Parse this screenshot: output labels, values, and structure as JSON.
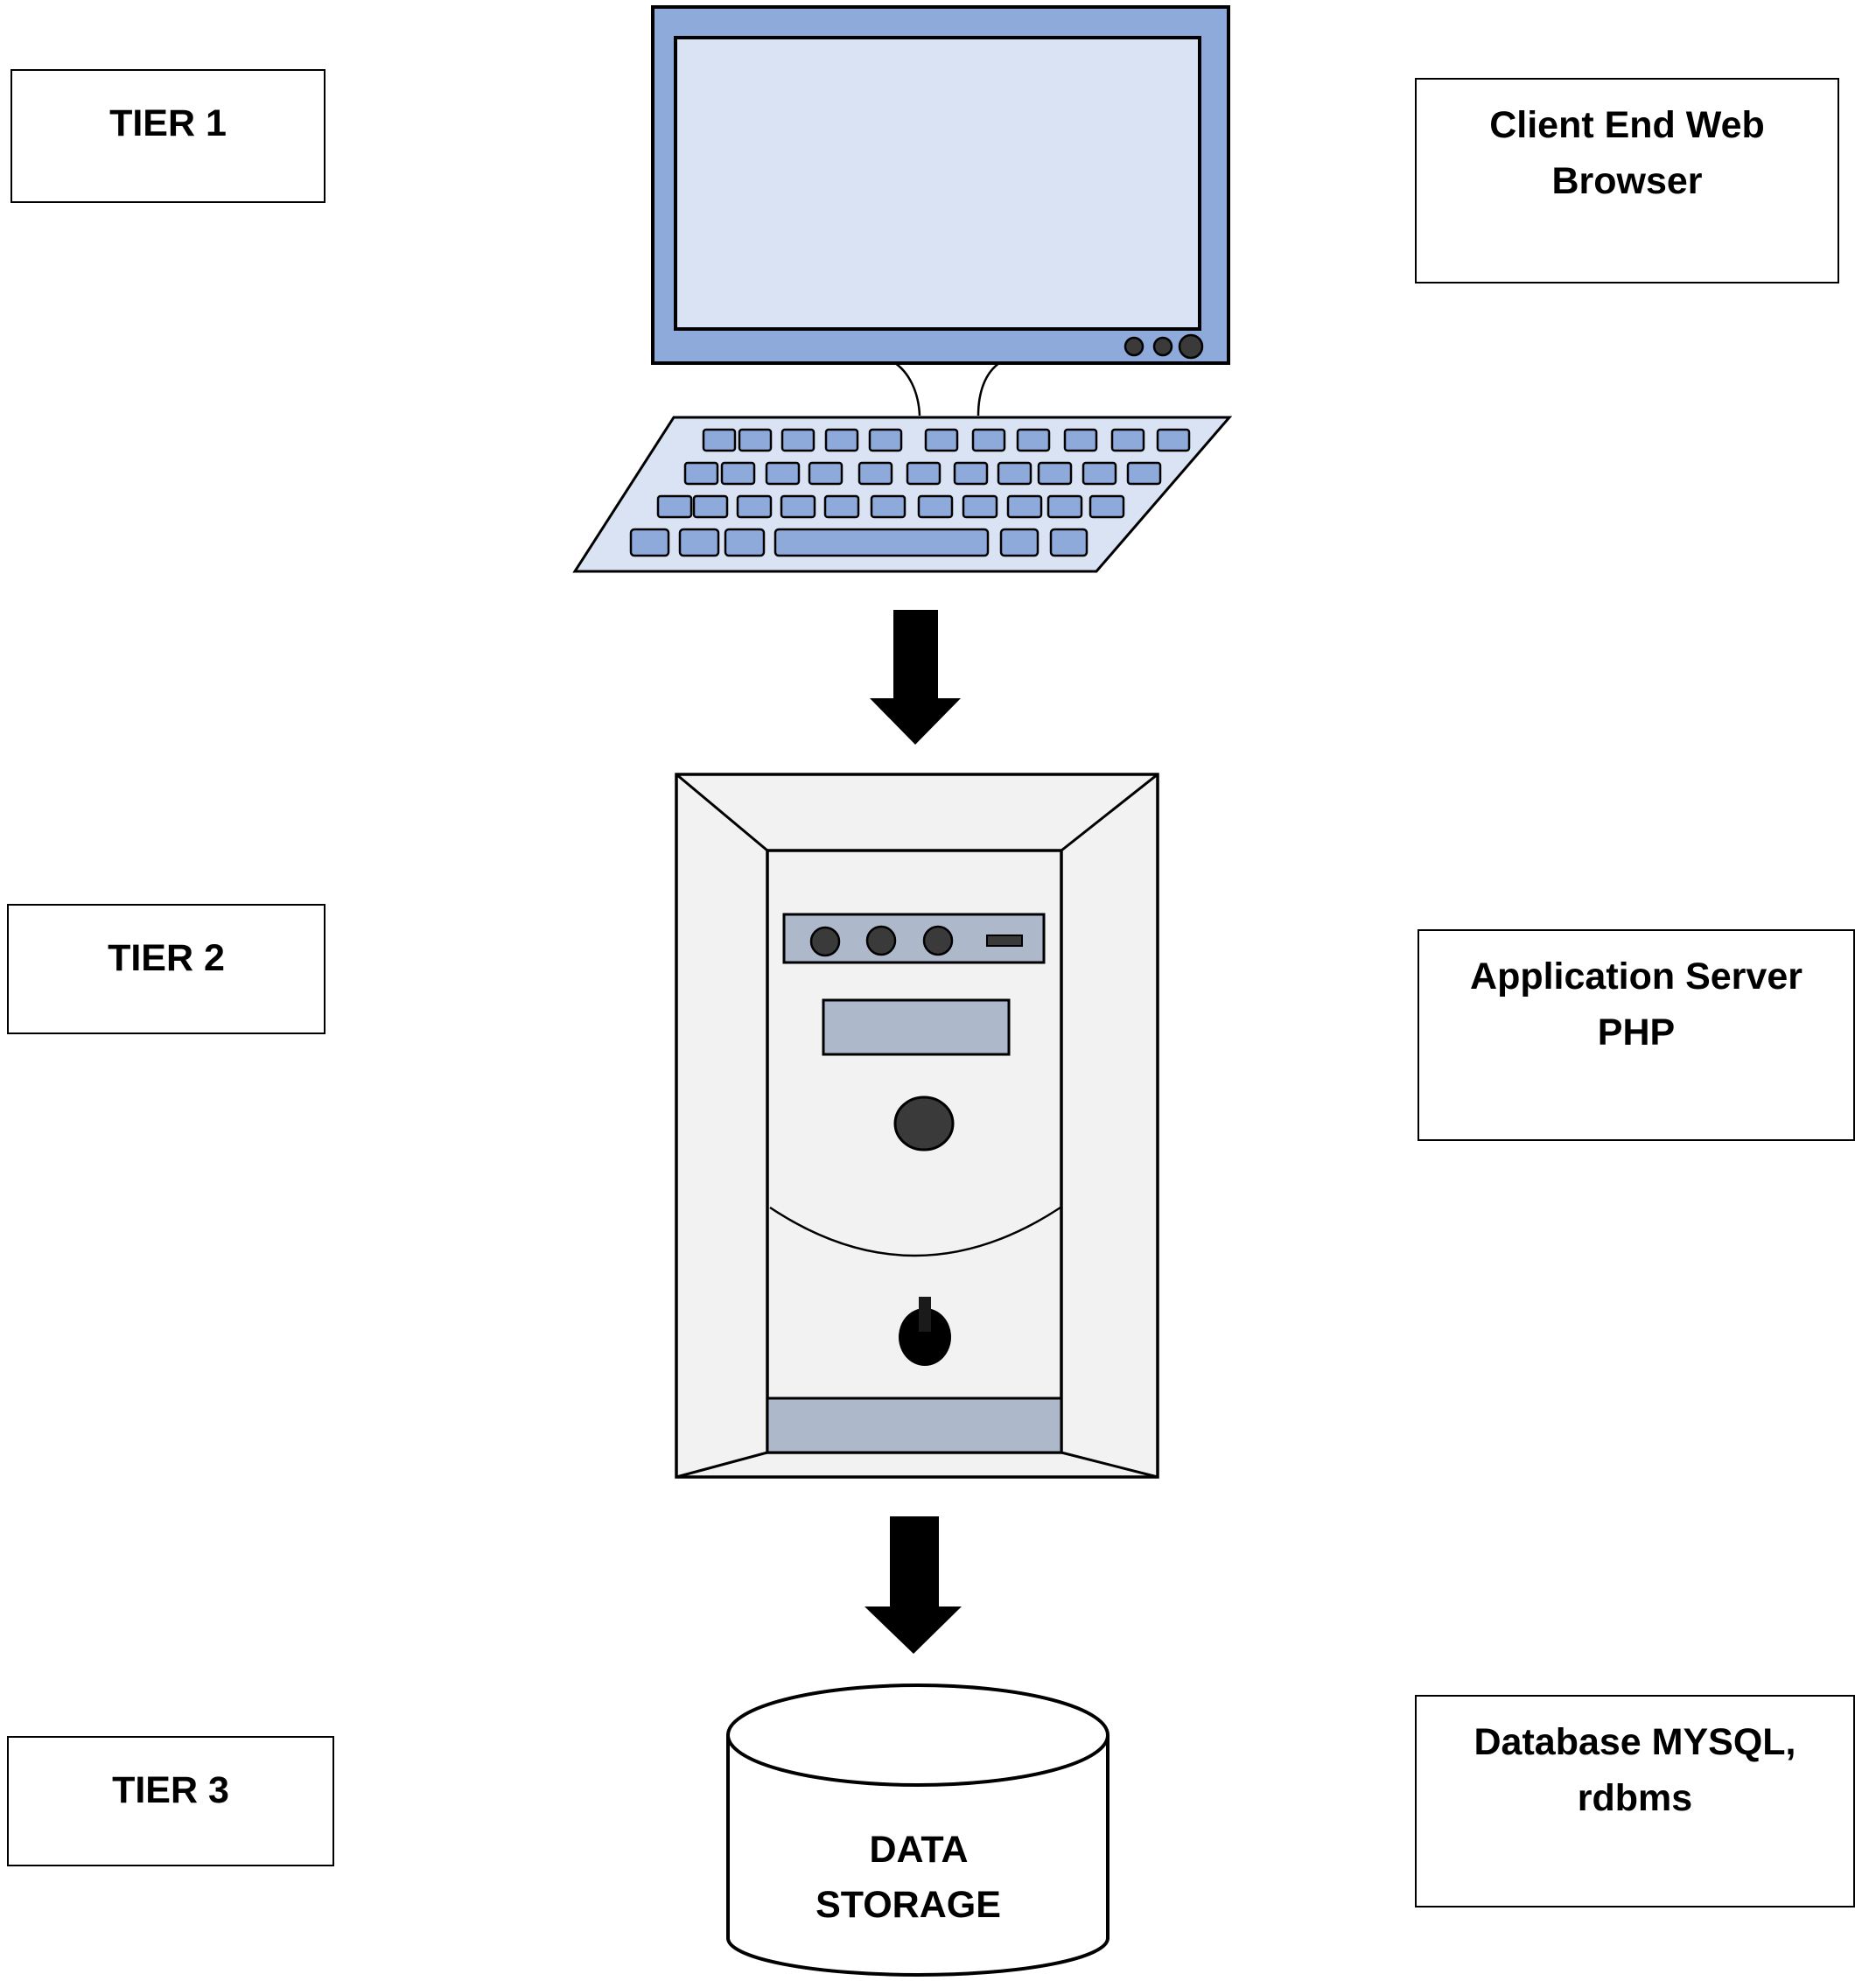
{
  "tiers": [
    {
      "label": "TIER 1",
      "description": [
        "Client End Web",
        "Browser"
      ]
    },
    {
      "label": "TIER 2",
      "description": [
        "Application Server",
        "PHP"
      ]
    },
    {
      "label": "TIER 3",
      "description": [
        "Database MYSQL,",
        "rdbms"
      ]
    }
  ],
  "storage": {
    "lines": [
      "DATA",
      "STORAGE"
    ]
  },
  "icons": [
    "monitor-icon",
    "keyboard-icon",
    "server-tower-icon",
    "database-cylinder-icon",
    "arrow-down-icon"
  ],
  "colors": {
    "monitor_frame": "#8eaadb",
    "monitor_screen": "#dae3f3",
    "keyboard_base": "#dae3f3",
    "keyboard_keys": "#8eaadb",
    "server_body": "#f2f2f2",
    "server_panel": "#adb9ca",
    "knob": "#3a3a3a",
    "arrow": "#000000"
  }
}
